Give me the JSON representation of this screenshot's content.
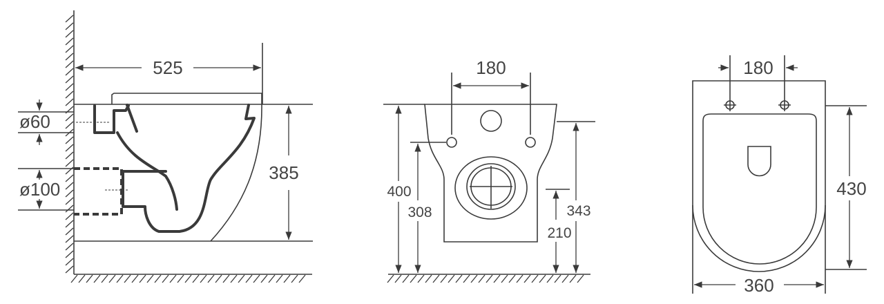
{
  "side_view": {
    "width": "525",
    "inlet_diameter": "ø60",
    "outlet_diameter": "ø100",
    "height": "385"
  },
  "front_view": {
    "bolt_spacing": "180",
    "total_height": "400",
    "inlet_height": "308",
    "outlet_height": "210",
    "bowl_height": "343"
  },
  "top_view": {
    "bolt_spacing": "180",
    "length": "430",
    "width": "360"
  },
  "colors": {
    "line": "#3a3a3a",
    "text": "#444444"
  }
}
